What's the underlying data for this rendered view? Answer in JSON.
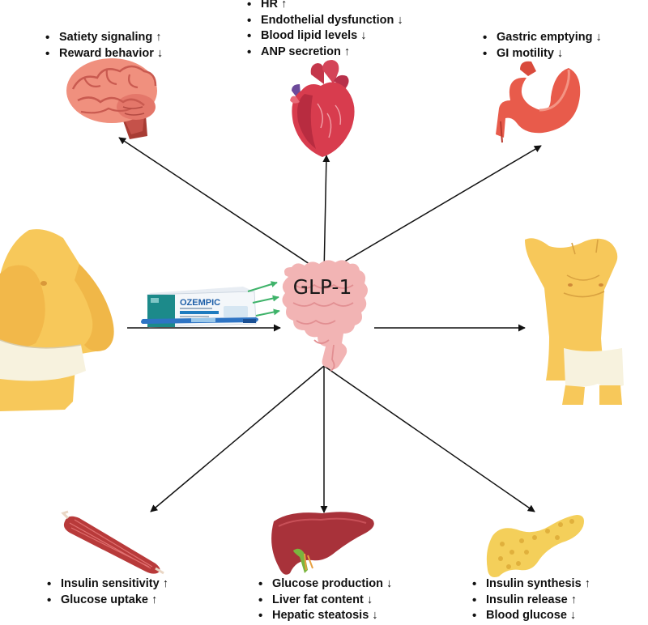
{
  "center": {
    "label": "GLP-1"
  },
  "drug_box": {
    "brand": "OZEMPIC"
  },
  "colors": {
    "arrow": "#111111",
    "drug_arrow": "#3fb36a",
    "skin": "#f7c85a",
    "brain": "#f0907e",
    "heart": "#d83c4e",
    "stomach": "#e85b4b",
    "muscle": "#b83a3a",
    "liver": "#a8323a",
    "pancreas": "#f4cf5a",
    "intestine": "#f2b4b4"
  },
  "effects": {
    "brain": [
      "Satiety signaling ↑",
      "Reward behavior ↓"
    ],
    "heart": [
      "HR ↑",
      "Endothelial dysfunction ↓",
      "Blood lipid levels  ↓",
      "ANP secretion ↑"
    ],
    "stomach": [
      "Gastric emptying ↓",
      "GI motility ↓"
    ],
    "muscle": [
      "Insulin sensitivity ↑",
      "Glucose uptake ↑"
    ],
    "liver": [
      "Glucose production ↓",
      "Liver fat content ↓",
      "Hepatic steatosis  ↓"
    ],
    "pancreas": [
      "Insulin  synthesis ↑",
      "Insulin release ↑",
      "Blood glucose ↓"
    ]
  }
}
